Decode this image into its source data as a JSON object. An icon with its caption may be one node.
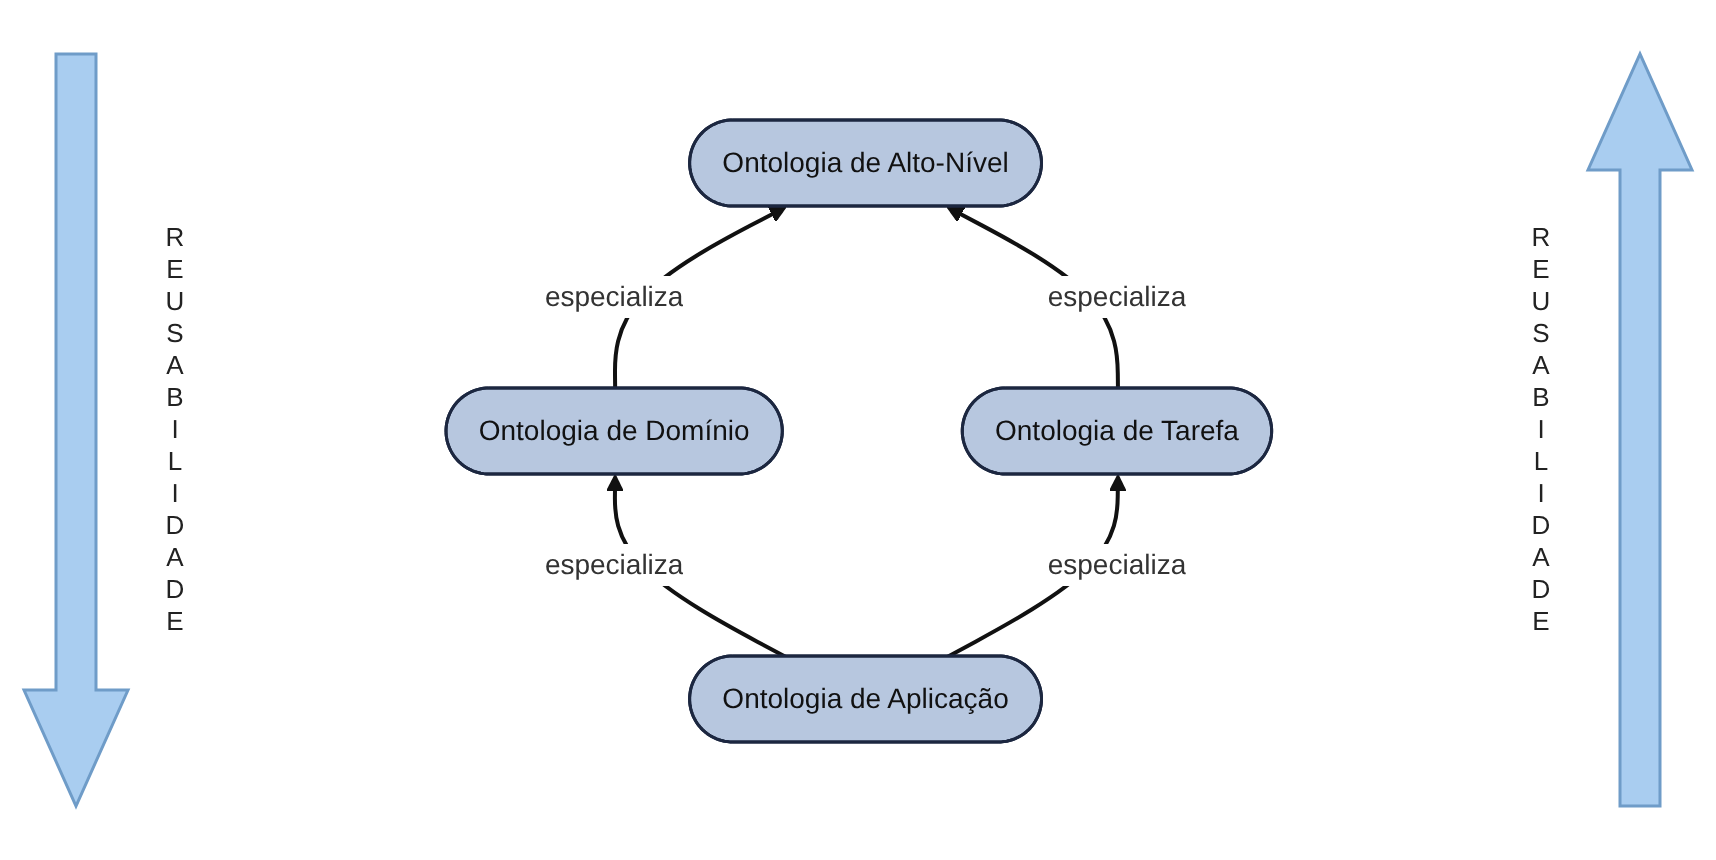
{
  "diagram": {
    "nodes": [
      {
        "text": [
          "Ontologia de Alto-Nível"
        ]
      },
      {
        "text": [
          "Ontologia de Domínio"
        ]
      },
      {
        "text": [
          "Ontologia de Tarefa"
        ]
      },
      {
        "text": [
          "Ontologia de Aplicação"
        ]
      }
    ],
    "edges": [
      {
        "from": 1,
        "to": 0,
        "arrow": "to",
        "label": "especializa"
      },
      {
        "from": 2,
        "to": 0,
        "arrow": "to",
        "label": "especializa"
      },
      {
        "from": 3,
        "to": 1,
        "arrow": "to",
        "label": "especializa"
      },
      {
        "from": 3,
        "to": 2,
        "arrow": "to",
        "label": "especializa"
      }
    ],
    "labels": [
      "REUSABILIDADE",
      "REUSABILIDADE"
    ]
  }
}
